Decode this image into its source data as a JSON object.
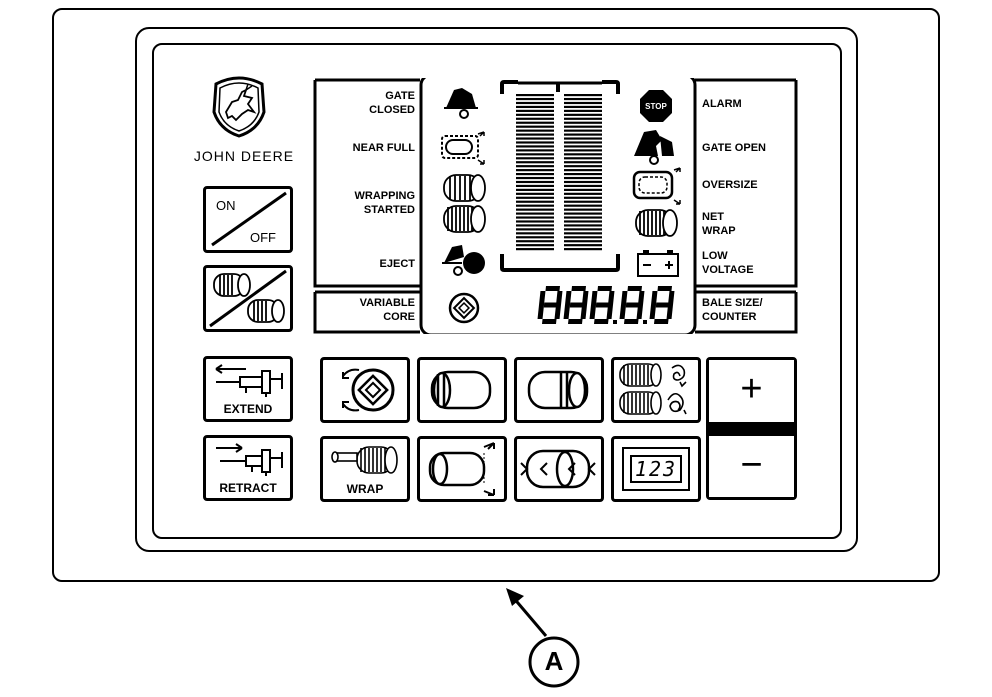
{
  "brand": {
    "name": "JOHN DEERE"
  },
  "left_labels": {
    "gate_closed": [
      "GATE",
      "CLOSED"
    ],
    "near_full": "NEAR FULL",
    "wrapping_started": [
      "WRAPPING",
      "STARTED"
    ],
    "eject": "EJECT",
    "variable_core": [
      "VARIABLE",
      "CORE"
    ]
  },
  "right_labels": {
    "alarm": "ALARM",
    "gate_open": "GATE OPEN",
    "oversize": "OVERSIZE",
    "net_wrap": [
      "NET",
      "WRAP"
    ],
    "low_voltage": [
      "LOW",
      "VOLTAGE"
    ],
    "bale_size_counter": [
      "BALE SIZE/",
      "COUNTER"
    ]
  },
  "display": {
    "digits": "888.8.8",
    "stop_text": "STOP"
  },
  "buttons": {
    "on_label": "ON",
    "off_label": "OFF",
    "extend_label": "EXTEND",
    "retract_label": "RETRACT",
    "wrap_label": "WRAP",
    "counter_label": "123",
    "plus_label": "+",
    "minus_label": "−"
  },
  "callout": {
    "label": "A"
  },
  "colors": {
    "ink": "#000000",
    "paper": "#ffffff"
  }
}
